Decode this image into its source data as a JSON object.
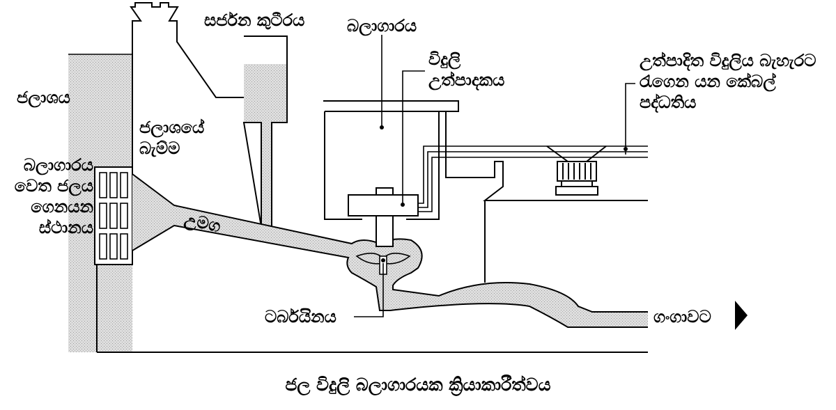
{
  "labels": {
    "reservoir": "ජලාශය",
    "dam": "ජලාශයේ බැම්ම",
    "intake": "බලාගාරය වෙත ජලය ගෙනයන ස්ථානය",
    "surge_chamber": "සර්ජන කුටීරය",
    "powerhouse": "බලාගාරය",
    "generator": "විදුලි උත්පාදකය",
    "transmission": "උත්පාදිත විදුලිය බැහැරට රැගෙන යන කේබල් පද්ධතිය",
    "tunnel": "උමග",
    "turbine": "ටර්බයිනය",
    "outflow": "ගංගාවට"
  },
  "caption": "ජල විදුලි බලාගාරයක ක්‍රියාකාරීත්වය",
  "colors": {
    "water": "#d4d4d4",
    "line": "#000000"
  }
}
